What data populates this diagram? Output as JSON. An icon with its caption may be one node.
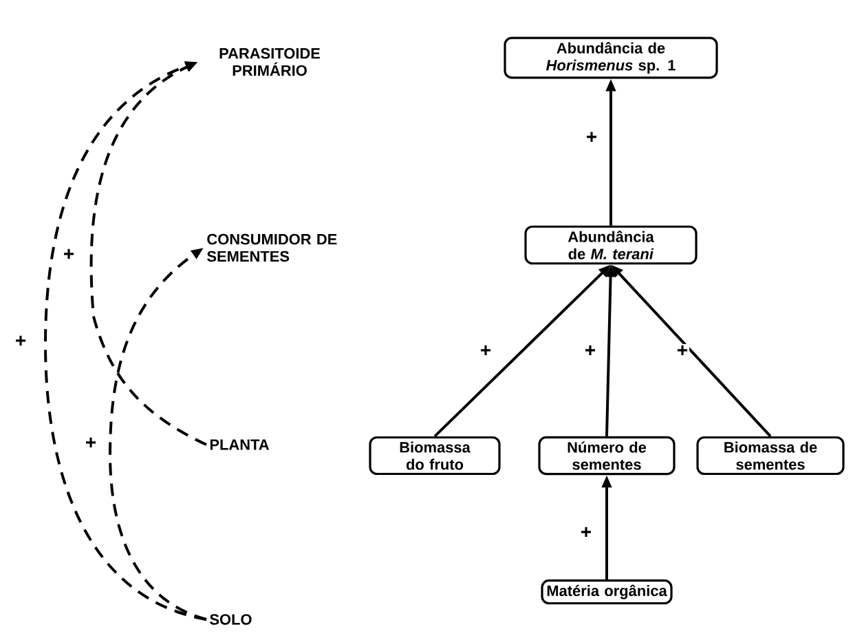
{
  "diagram": {
    "nodes": [
      {
        "text": [
          "PARASITOIDE PRIMÁRIO"
        ]
      },
      {
        "text": [
          "CONSUMIDOR DE SEMENTES"
        ]
      },
      {
        "text": [
          "PLANTA"
        ]
      },
      {
        "text": [
          "SOLO"
        ]
      },
      {
        "text": [
          "Abundância de *Horismenus* sp. 1"
        ]
      },
      {
        "text": [
          "Abundância de *M. terani*"
        ]
      },
      {
        "text": [
          "Biomassa do fruto"
        ]
      },
      {
        "text": [
          "Número de sementes"
        ]
      },
      {
        "text": [
          "Biomassa de sementes"
        ]
      },
      {
        "text": [
          "Matéria orgânica"
        ]
      }
    ],
    "edges": [
      {
        "from": 3,
        "to": 0,
        "arrow": "to",
        "label": "+",
        "style": "dashed"
      },
      {
        "from": 2,
        "to": 0,
        "arrow": "to",
        "label": "+",
        "style": "dashed"
      },
      {
        "from": 3,
        "to": 1,
        "arrow": "to",
        "label": "+",
        "style": "dashed"
      },
      {
        "from": 5,
        "to": 4,
        "arrow": "to",
        "label": "+"
      },
      {
        "from": 6,
        "to": 5,
        "arrow": "to",
        "label": "+"
      },
      {
        "from": 7,
        "to": 5,
        "arrow": "to",
        "label": "+"
      },
      {
        "from": 8,
        "to": 5,
        "arrow": "to",
        "label": "+"
      },
      {
        "from": 9,
        "to": 7,
        "arrow": "to",
        "label": "+"
      }
    ]
  }
}
